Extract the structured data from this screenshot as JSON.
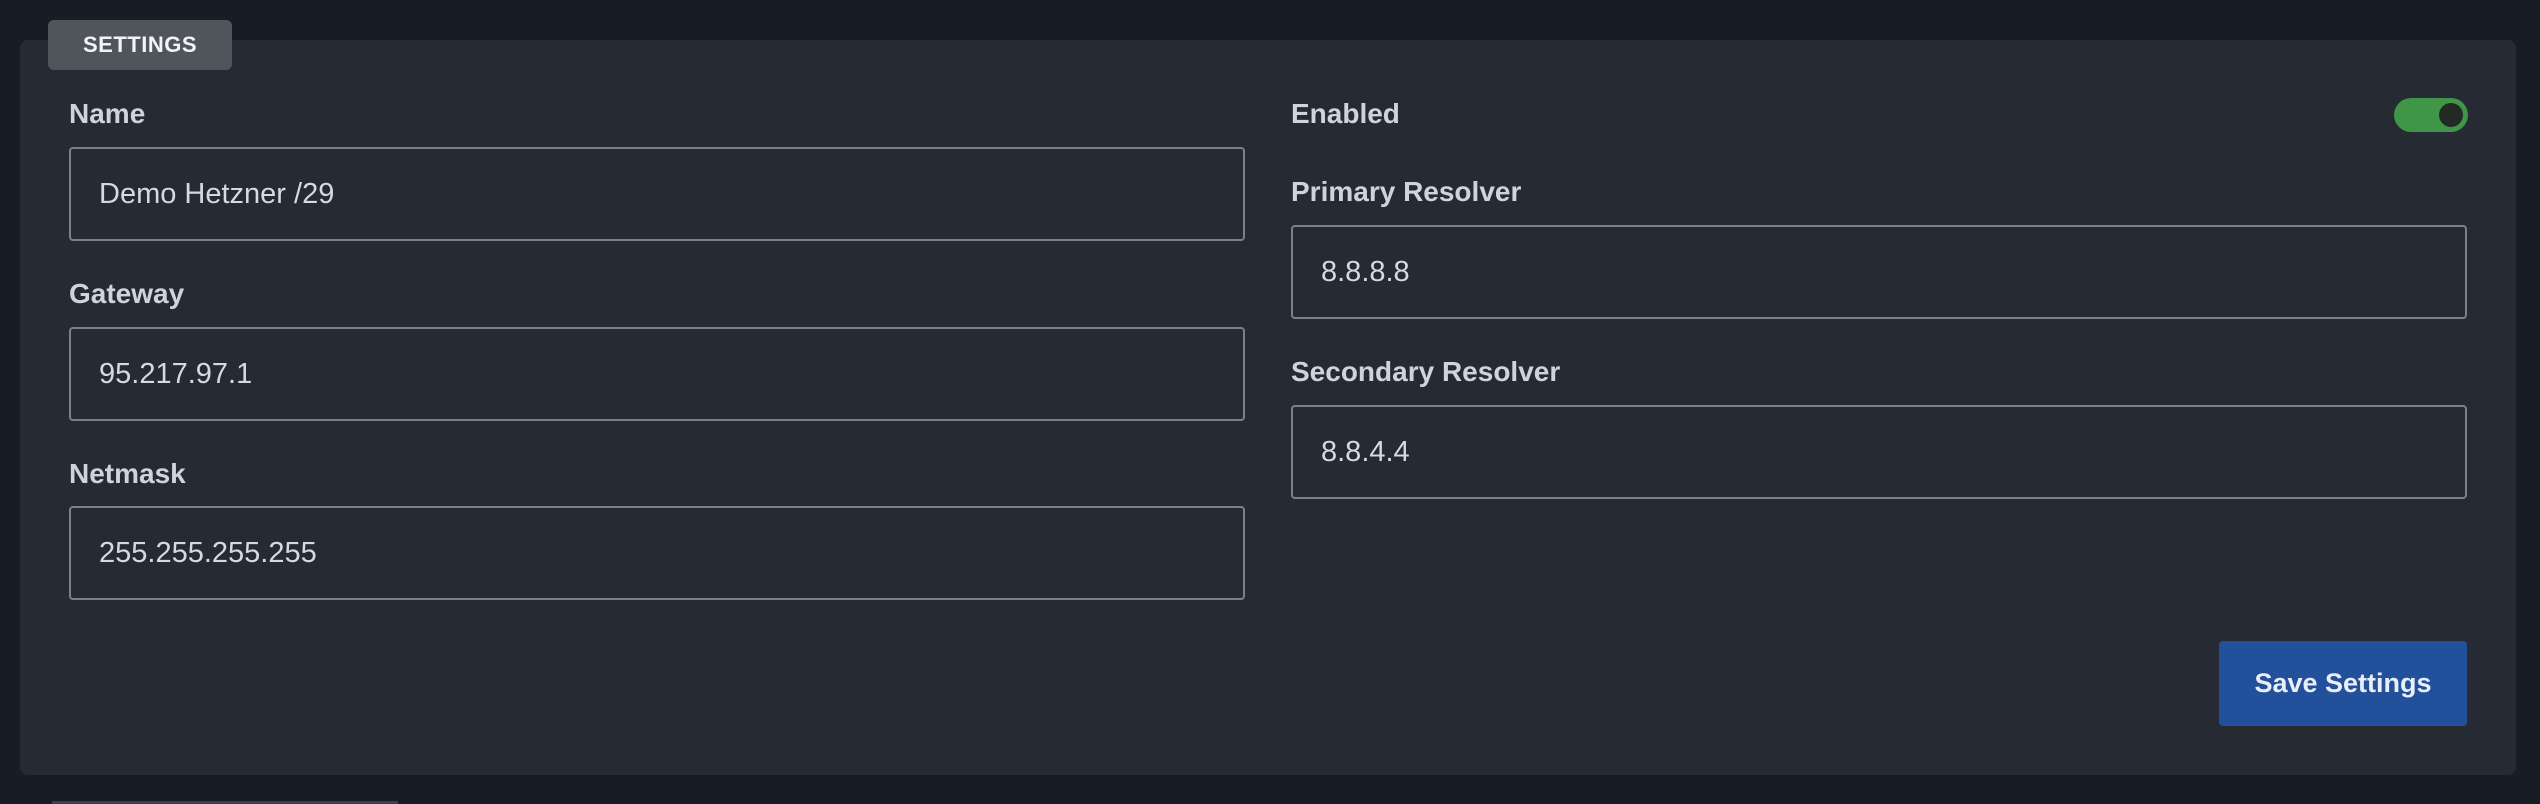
{
  "section": {
    "tab_label": "SETTINGS"
  },
  "fields": {
    "name": {
      "label": "Name",
      "value": "Demo Hetzner /29"
    },
    "gateway": {
      "label": "Gateway",
      "value": "95.217.97.1"
    },
    "netmask": {
      "label": "Netmask",
      "value": "255.255.255.255"
    },
    "enabled": {
      "label": "Enabled",
      "value": true
    },
    "primary_resolver": {
      "label": "Primary Resolver",
      "value": "8.8.8.8"
    },
    "secondary_resolver": {
      "label": "Secondary Resolver",
      "value": "8.8.4.4"
    }
  },
  "actions": {
    "save_label": "Save Settings"
  },
  "colors": {
    "toggle_on": "#3f9646",
    "primary_button": "#22509a",
    "panel_bg": "#262a32",
    "page_bg": "#181c24"
  }
}
